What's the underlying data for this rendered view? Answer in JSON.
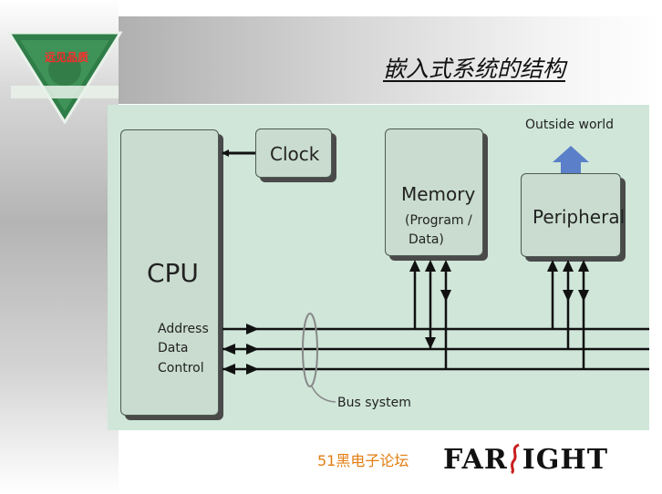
{
  "slide": {
    "title": "嵌入式系统的结构",
    "logo_text": "远见品质"
  },
  "diagram": {
    "cpu": {
      "title": "CPU",
      "address": "Address",
      "data": "Data",
      "control": "Control"
    },
    "clock": "Clock",
    "memory": {
      "title": "Memory",
      "sub1": "(Program /",
      "sub2": "Data)"
    },
    "peripheral": "Peripheral",
    "outside_world": "Outside world",
    "bus_system": "Bus system"
  },
  "footer": {
    "forum": "51黑电子论坛",
    "brand_left": "FAR",
    "brand_right": "IGHT"
  },
  "colors": {
    "panel": "#cfe6d9",
    "box": "#c9dccf",
    "arrow_up": "#5b7fc8",
    "title_text": "#111111",
    "logo_text": "#ff2a2a",
    "forum_text": "#e27d12"
  }
}
